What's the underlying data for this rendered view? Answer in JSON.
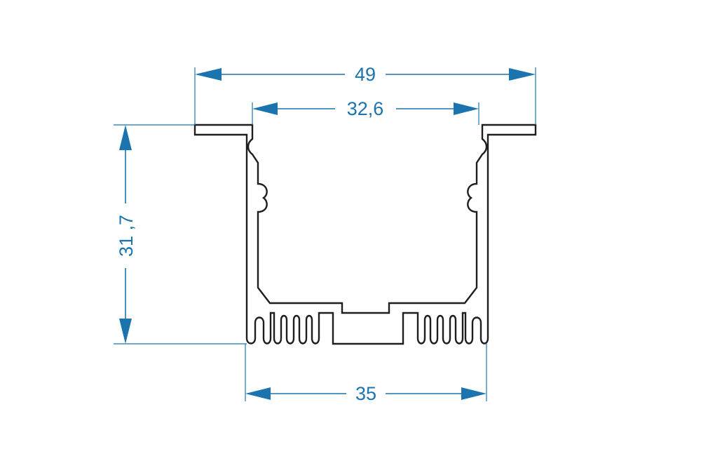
{
  "dimensions": {
    "overall_width": "49",
    "inner_width": "32,6",
    "base_width": "35",
    "height": "31 ,7"
  },
  "colors": {
    "dimension": "#1b74ad",
    "profile": "#1e1e1e",
    "background": "#ffffff"
  }
}
